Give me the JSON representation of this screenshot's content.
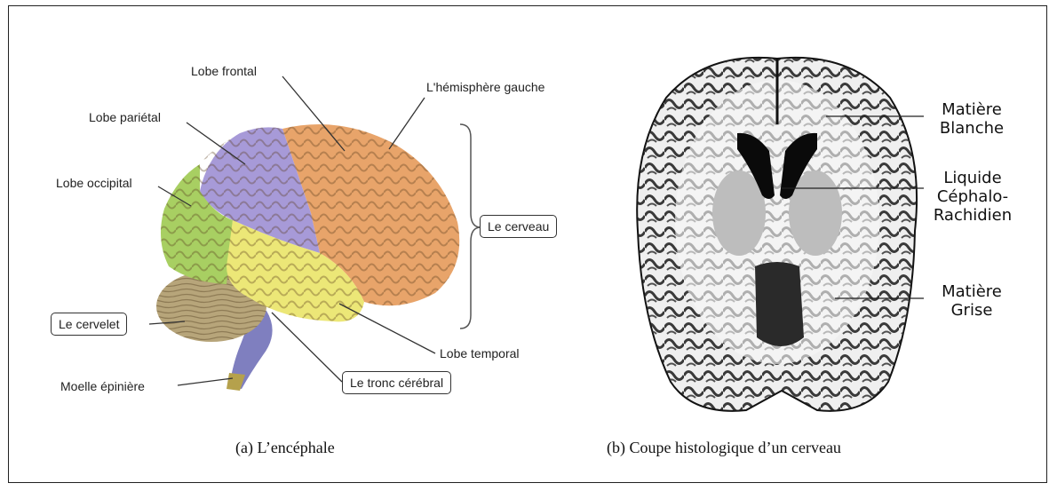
{
  "left_figure": {
    "labels": {
      "lobe_frontal": "Lobe frontal",
      "hemisphere_gauche": "L'hémisphère gauche",
      "lobe_parietal": "Lobe pariétal",
      "lobe_occipital": "Lobe occipital",
      "le_cerveau": "Le cerveau",
      "le_cervelet": "Le cervelet",
      "moelle_epiniere": "Moelle épinière",
      "lobe_temporal": "Lobe temporal",
      "tronc_cerebral": "Le tronc cérébral"
    },
    "caption": "(a)  L’encéphale",
    "colors": {
      "frontal": "#e8a46a",
      "parietal": "#a79ad8",
      "occipital": "#a8cf62",
      "temporal": "#ece777",
      "cerebellum": "#b7a57a",
      "brainstem": "#7f7fbf"
    }
  },
  "right_figure": {
    "labels": {
      "matiere_blanche": [
        "Matière",
        "Blanche"
      ],
      "liquide": [
        "Liquide",
        "Céphalo-",
        "Rachidien"
      ],
      "matiere_grise": [
        "Matière",
        "Grise"
      ]
    },
    "caption": "(b)  Coupe histologique d’un cerveau"
  }
}
